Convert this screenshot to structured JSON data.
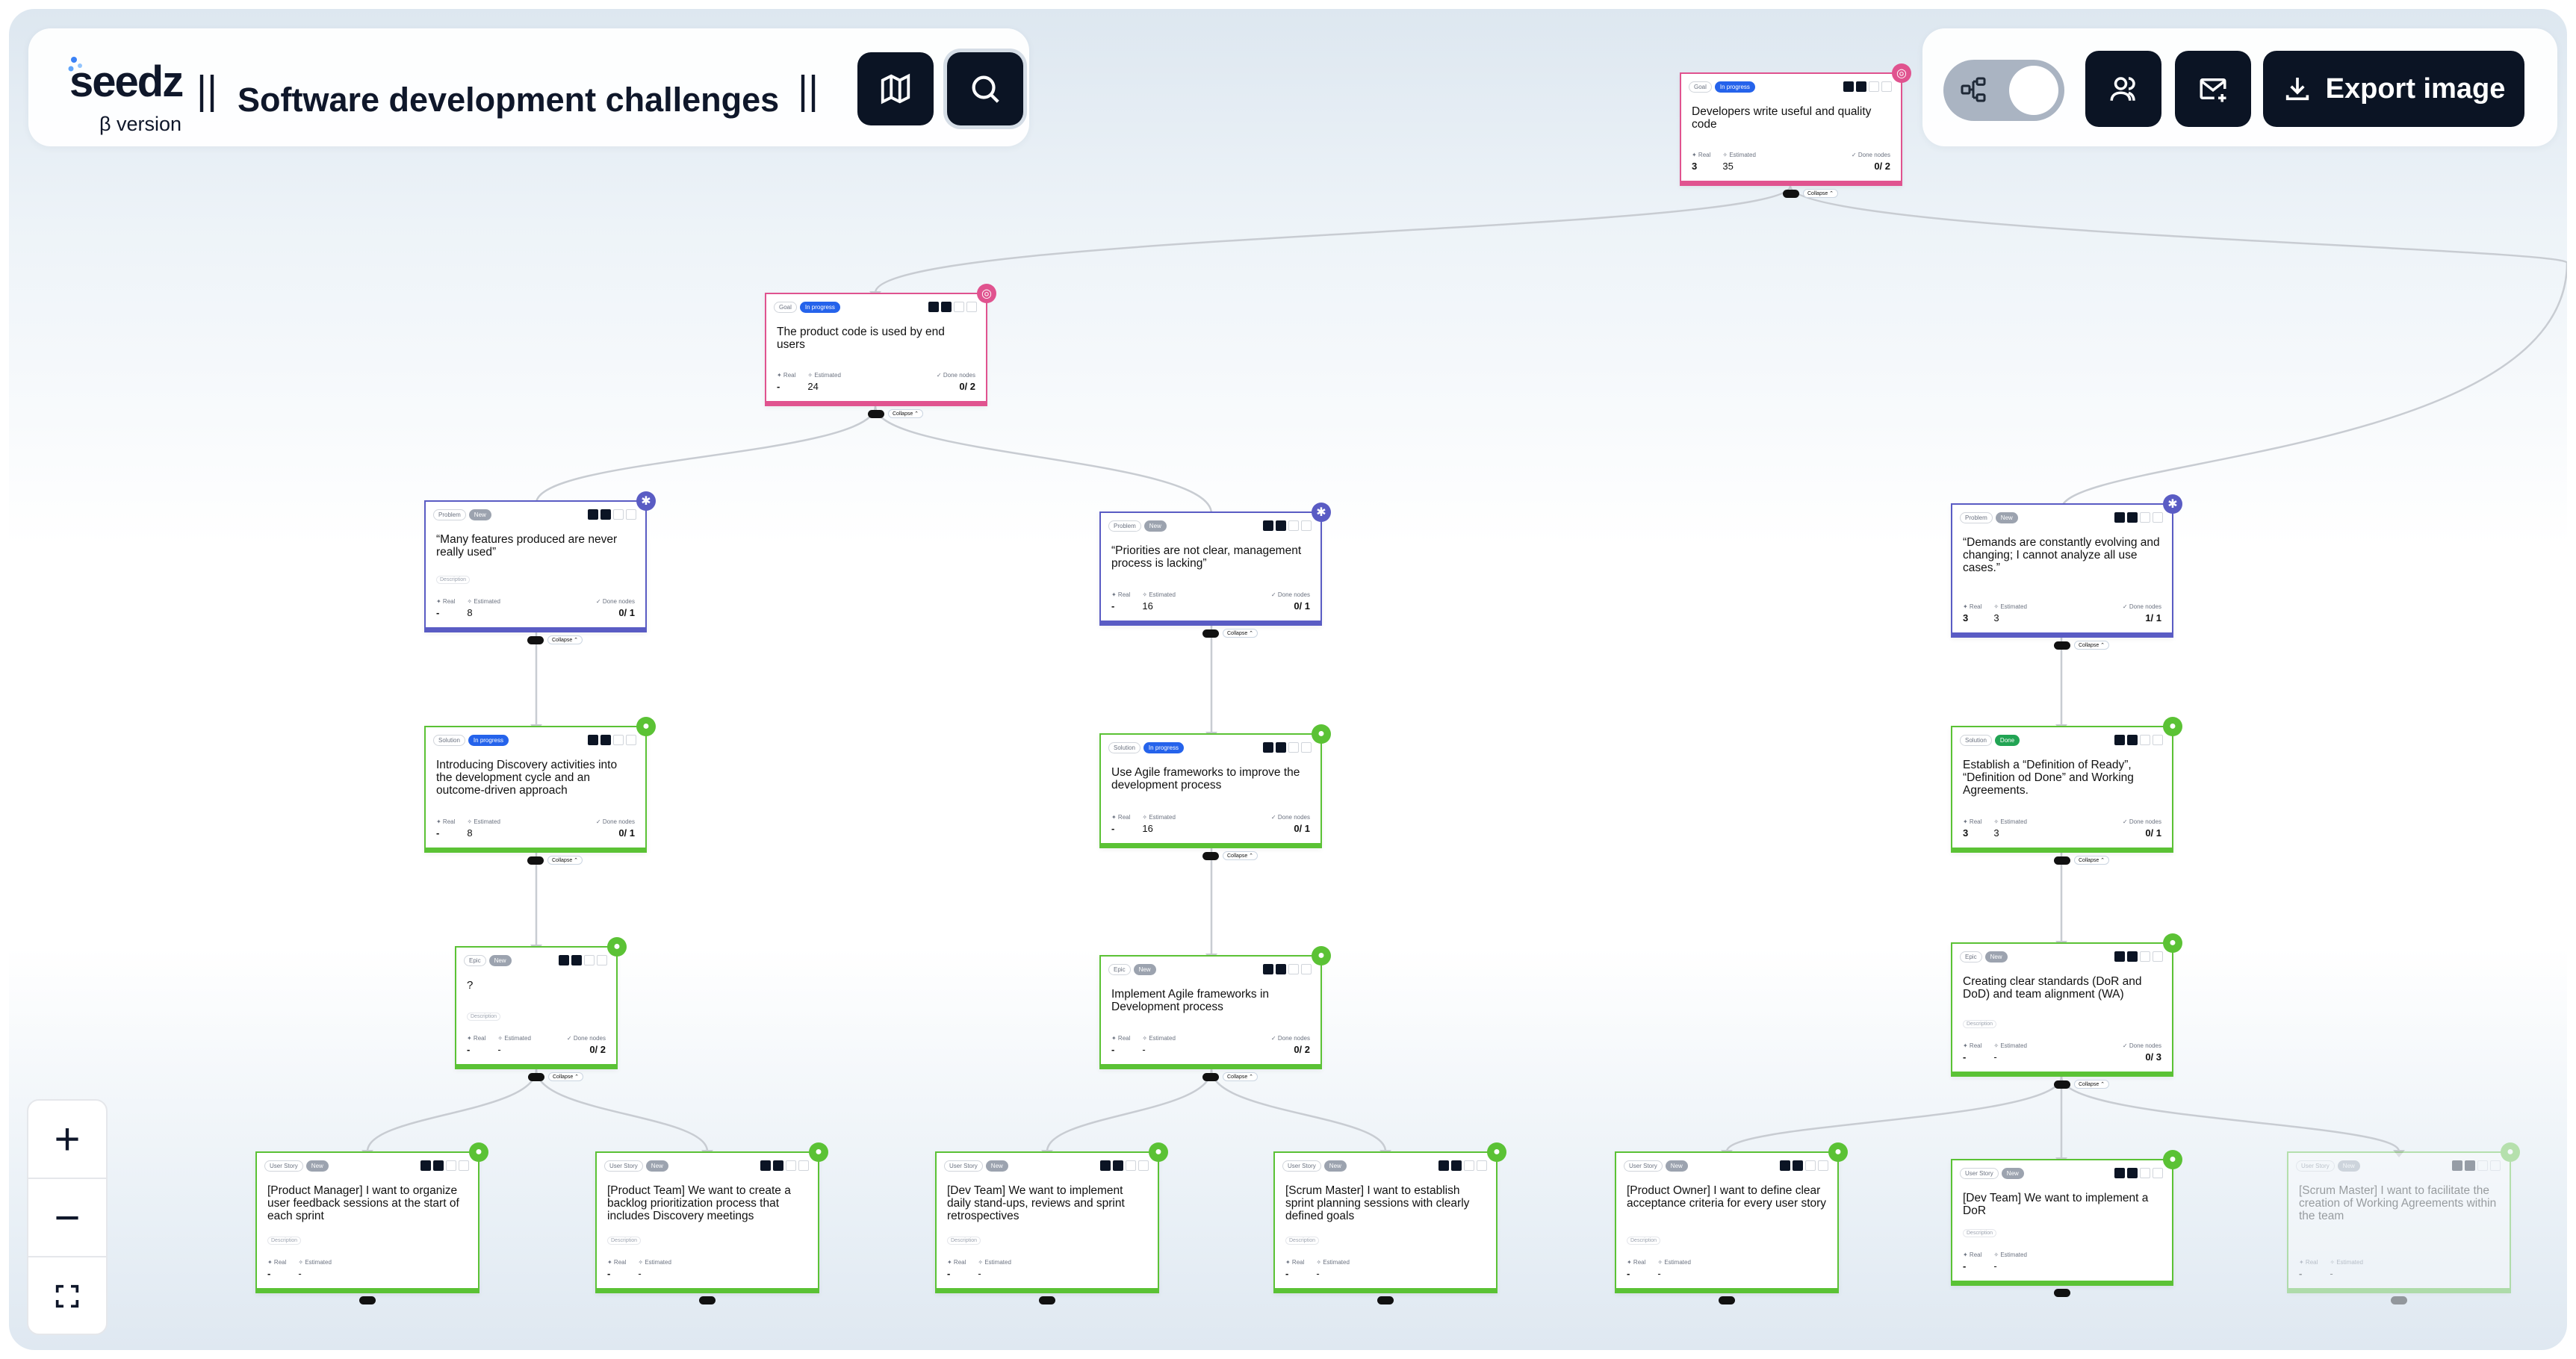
{
  "brand": {
    "logo": "seedz",
    "beta": "β version"
  },
  "header": {
    "title": "Software development challenges",
    "map_icon": "map-icon",
    "search_icon": "search-icon"
  },
  "toolbar": {
    "tree_icon": "tree-icon",
    "users_icon": "users-icon",
    "mail_icon": "mail-plus-icon",
    "export_label": "Export image"
  },
  "zoom": {
    "in": "+",
    "out": "−",
    "fit": "fit-screen-icon"
  },
  "colors": {
    "goal": "#e0538f",
    "problem": "#5a5cc4",
    "solution": "#5bc235",
    "dark": "#0b1424"
  },
  "labels": {
    "real": "Real",
    "estimated": "Estimated",
    "done": "Done nodes",
    "collapse": "Collapse",
    "desc": "Description"
  },
  "nodes": [
    {
      "title": "Developers write useful and quality code",
      "tags": [
        "Goal",
        "In progress"
      ],
      "real": "3",
      "est": "35",
      "done": "0/ 2"
    },
    {
      "title": "The product code is used by end users",
      "tags": [
        "Goal",
        "In progress"
      ],
      "real": "-",
      "est": "24",
      "done": "0/ 2"
    },
    {
      "title": "“Many features produced are never really used”",
      "tags": [
        "Problem",
        "New"
      ],
      "real": "-",
      "est": "8",
      "done": "0/ 1"
    },
    {
      "title": "“Priorities are not clear, management process is lacking”",
      "tags": [
        "Problem",
        "New"
      ],
      "real": "-",
      "est": "16",
      "done": "0/ 1"
    },
    {
      "title": "“Demands are constantly evolving and changing; I cannot analyze all use cases.”",
      "tags": [
        "Problem",
        "New"
      ],
      "real": "3",
      "est": "3",
      "done": "1/ 1"
    },
    {
      "title": "Introducing Discovery activities into the development cycle and an outcome-driven approach",
      "tags": [
        "Solution",
        "In progress"
      ],
      "real": "-",
      "est": "8",
      "done": "0/ 1"
    },
    {
      "title": "Use Agile frameworks to improve the development process",
      "tags": [
        "Solution",
        "In progress"
      ],
      "real": "-",
      "est": "16",
      "done": "0/ 1"
    },
    {
      "title": "Establish a “Definition of Ready”, “Definition od Done” and Working Agreements.",
      "tags": [
        "Solution",
        "Done"
      ],
      "real": "3",
      "est": "3",
      "done": "0/ 1"
    },
    {
      "title": "?",
      "tags": [
        "Epic",
        "New"
      ],
      "real": "-",
      "est": "-",
      "done": "0/ 2"
    },
    {
      "title": "Implement Agile frameworks in Development process",
      "tags": [
        "Epic",
        "New"
      ],
      "real": "-",
      "est": "-",
      "done": "0/ 2"
    },
    {
      "title": "Creating clear standards (DoR and DoD) and team alignment (WA)",
      "tags": [
        "Epic",
        "New"
      ],
      "real": "-",
      "est": "-",
      "done": "0/ 3"
    },
    {
      "title": "[Product Manager] I want to organize user feedback sessions at the start of each sprint",
      "tags": [
        "User Story",
        "New"
      ],
      "real": "-",
      "est": "-",
      "done": ""
    },
    {
      "title": "[Product Team] We want to create a backlog prioritization process that includes Discovery meetings",
      "tags": [
        "User Story",
        "New"
      ],
      "real": "-",
      "est": "-",
      "done": ""
    },
    {
      "title": "[Dev Team] We want to implement daily stand-ups, reviews and sprint retrospectives",
      "tags": [
        "User Story",
        "New"
      ],
      "real": "-",
      "est": "-",
      "done": ""
    },
    {
      "title": "[Scrum Master] I want to establish sprint planning sessions with clearly defined goals",
      "tags": [
        "User Story",
        "New"
      ],
      "real": "-",
      "est": "-",
      "done": ""
    },
    {
      "title": "[Product Owner] I want to define clear acceptance criteria for every user story",
      "tags": [
        "User Story",
        "New"
      ],
      "real": "-",
      "est": "-",
      "done": ""
    },
    {
      "title": "[Dev Team] We want to implement a DoR",
      "tags": [
        "User Story",
        "New"
      ],
      "real": "-",
      "est": "-",
      "done": ""
    },
    {
      "title": "[Scrum Master] I want to facilitate the creation of Working Agreements within the team",
      "tags": [
        "User Story",
        "New"
      ],
      "real": "-",
      "est": "-",
      "done": ""
    }
  ]
}
